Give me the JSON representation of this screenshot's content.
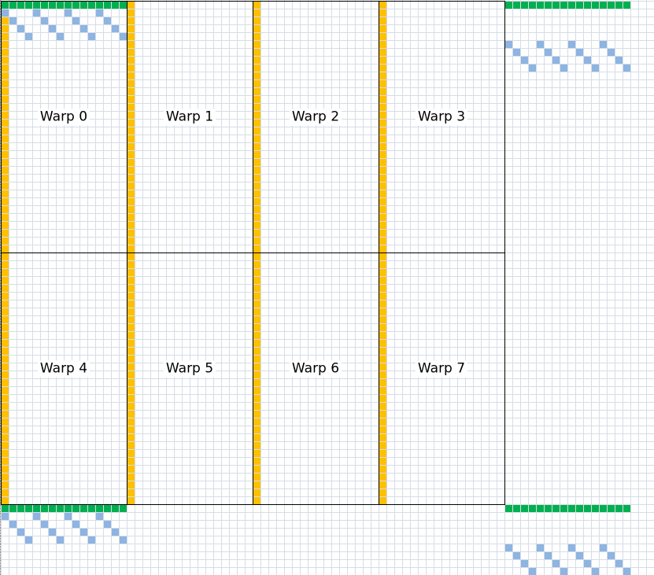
{
  "diagram": {
    "warps": [
      {
        "label": "Warp 0"
      },
      {
        "label": "Warp 1"
      },
      {
        "label": "Warp 2"
      },
      {
        "label": "Warp 3"
      },
      {
        "label": "Warp 4"
      },
      {
        "label": "Warp 5"
      },
      {
        "label": "Warp 6"
      },
      {
        "label": "Warp 7"
      }
    ],
    "colors": {
      "column_strip": "#ffc000",
      "row_strip": "#00b050",
      "diagonal": "#8db4e2",
      "grid": "#d6dde6",
      "border": "#000000"
    }
  }
}
